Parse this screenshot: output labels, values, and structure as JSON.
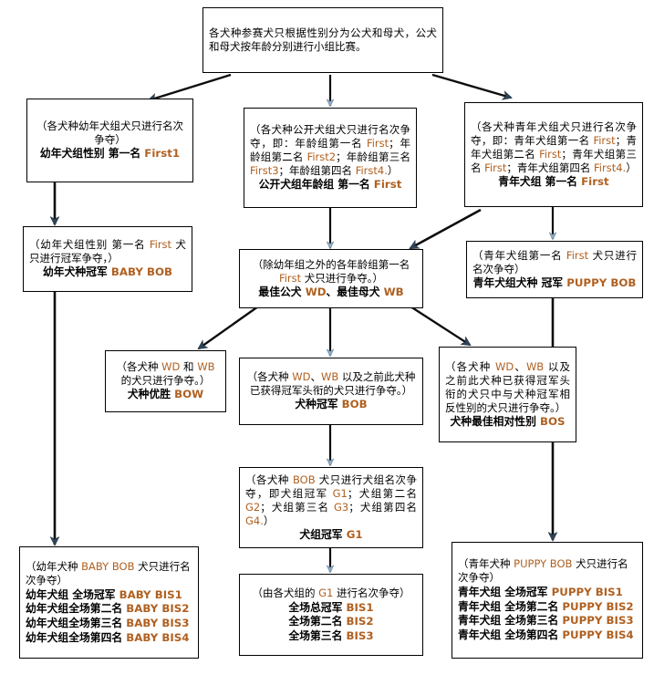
{
  "title": "犬展赛制流程图",
  "colors": {
    "box_border": "#000000",
    "background": "#ffffff",
    "text": "#000000",
    "code_accent": "#b06020",
    "arrow_line": "#0d0d0d",
    "arrow_head": "#8fa9c0"
  },
  "nodes": {
    "root": {
      "name": "entry-rule",
      "desc": "各犬种参赛犬只根据性别分为公犬和母犬，公犬和母犬按年龄分别进行小组比赛。"
    },
    "baby_group": {
      "name": "baby-group-first",
      "desc": "（各犬种幼年犬组犬只进行名次争夺）",
      "result_prefix": "幼年犬组性别 第一名 ",
      "result_code": "First1"
    },
    "open_group": {
      "name": "open-group-age-first",
      "desc_parts": [
        "（各犬种公开犬组犬只进行名次争夺，即：年龄组第一名 ",
        "First",
        "；年龄组第二名 ",
        "First2",
        "；年龄组第三名 ",
        "First3",
        "；年龄组第四名 ",
        "First4.",
        "）"
      ],
      "result_prefix": "公开犬组年龄组 第一名 ",
      "result_code": "First"
    },
    "puppy_group": {
      "name": "puppy-group-first",
      "desc_parts": [
        "（各犬种青年犬组犬只进行名次争夺，即：青年犬组第一名 ",
        "First",
        "；青年犬组第二名 ",
        "First",
        "；青年犬组第三名 ",
        "First",
        "；青年犬组第四名 ",
        "First4.",
        "）"
      ],
      "result_prefix": "青年犬组 第一名 ",
      "result_code": "First"
    },
    "baby_bob": {
      "name": "baby-bob",
      "desc_parts": [
        "（幼年犬组性别 第一名 ",
        "First",
        " 犬只进行冠军争夺，）"
      ],
      "result_prefix": "幼年犬种冠军 ",
      "result_code": "BABY BOB"
    },
    "wd_wb": {
      "name": "best-dog-best-bitch",
      "desc_parts": [
        "（除幼年组之外的各年龄组第一名 ",
        "First",
        " 犬只进行争夺。）"
      ],
      "result_html": [
        {
          "t": "最佳公犬 ",
          "c": false
        },
        {
          "t": "WD",
          "c": true
        },
        {
          "t": "、最佳母犬 ",
          "c": false
        },
        {
          "t": "WB",
          "c": true
        }
      ]
    },
    "puppy_bob": {
      "name": "puppy-bob",
      "desc_parts": [
        "（青年犬组第一名 ",
        "First",
        " 犬只进行名次争夺）"
      ],
      "result_prefix": "青年犬组犬种 冠军 ",
      "result_code": "PUPPY BOB"
    },
    "bow": {
      "name": "best-of-winners",
      "desc_parts": [
        "（各犬种 ",
        "WD",
        " 和 ",
        "WB",
        " 的犬只进行争夺。）"
      ],
      "result_prefix": "犬种优胜 ",
      "result_code": "BOW"
    },
    "bob": {
      "name": "best-of-breed",
      "desc_parts": [
        "（各犬种 ",
        "WD",
        "、",
        "WB",
        " 以及之前此犬种已获得冠军头衔的犬只进行争夺。）"
      ],
      "result_prefix": "犬种冠军 ",
      "result_code": "BOB"
    },
    "bos": {
      "name": "best-of-opposite-sex",
      "desc_parts": [
        "（各犬种 ",
        "WD",
        "、",
        "WB",
        " 以及之前此犬种已获得冠军头衔的犬只中与犬种冠军相反性别的犬只进行争夺。）"
      ],
      "result_prefix": "犬种最佳相对性别 ",
      "result_code": "BOS"
    },
    "group_g1": {
      "name": "group-winner-g1",
      "desc_parts": [
        "（各犬种 ",
        "BOB",
        " 犬只进行犬组名次争夺，即犬组冠军 ",
        "G1",
        "；犬组第二名 ",
        "G2",
        "；犬组第三名 ",
        "G3",
        "；犬组第四名 ",
        "G4.",
        "）"
      ],
      "result_prefix": "犬组冠军 ",
      "result_code": "G1"
    },
    "baby_bis": {
      "name": "baby-best-in-show",
      "desc_parts": [
        "（幼年犬种 ",
        "BABY BOB",
        " 犬只进行名次争夺）"
      ],
      "results": [
        {
          "label": "幼年犬组 全场冠军 ",
          "code": "BABY BIS1"
        },
        {
          "label": "幼年犬组全场第二名 ",
          "code": "BABY BIS2"
        },
        {
          "label": "幼年犬组全场第三名 ",
          "code": "BABY BIS3"
        },
        {
          "label": "幼年犬组全场第四名 ",
          "code": "BABY BIS4"
        }
      ]
    },
    "bis": {
      "name": "best-in-show",
      "desc_parts": [
        "（由各犬组的 ",
        "G1",
        " 进行名次争夺）"
      ],
      "results": [
        {
          "label": "全场总冠军 ",
          "code": "BIS1"
        },
        {
          "label": "全场第二名 ",
          "code": "BIS2"
        },
        {
          "label": "全场第三名 ",
          "code": "BIS3"
        }
      ]
    },
    "puppy_bis": {
      "name": "puppy-best-in-show",
      "desc_parts": [
        "（青年犬种 ",
        "PUPPY BOB",
        " 犬只进行名次争夺）"
      ],
      "results": [
        {
          "label": "青年犬组  全场冠军 ",
          "code": "PUPPY BIS1"
        },
        {
          "label": "青年犬组 全场第二名 ",
          "code": "PUPPY BIS2"
        },
        {
          "label": "青年犬组 全场第三名 ",
          "code": "PUPPY BIS3"
        },
        {
          "label": "青年犬组 全场第四名 ",
          "code": "PUPPY BIS4"
        }
      ]
    }
  }
}
